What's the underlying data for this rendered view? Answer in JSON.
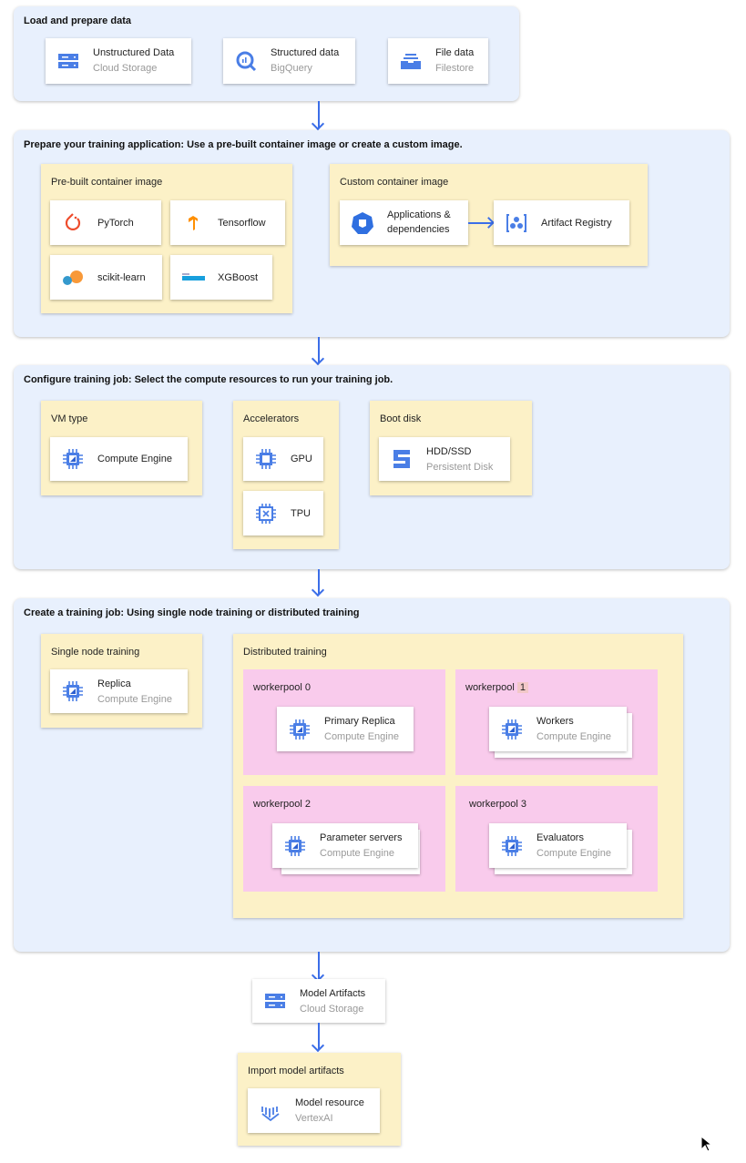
{
  "load": {
    "title": "Load and prepare data",
    "cards": [
      {
        "name": "Unstructured Data",
        "sub": "Cloud Storage"
      },
      {
        "name": "Structured data",
        "sub": "BigQuery"
      },
      {
        "name": "File data",
        "sub": "Filestore"
      }
    ]
  },
  "prepare": {
    "title": "Prepare your training application: Use a pre-built container image or create a custom image.",
    "prebuilt": {
      "label": "Pre-built container image",
      "items": [
        "PyTorch",
        "Tensorflow",
        "scikit-learn",
        "XGBoost"
      ]
    },
    "custom": {
      "label": "Custom container image",
      "app": "Applications & dependencies",
      "registry": "Artifact Registry"
    }
  },
  "configure": {
    "title": "Configure training job: Select the compute resources to run your training job.",
    "vm": {
      "label": "VM type",
      "card": "Compute Engine"
    },
    "accel": {
      "label": "Accelerators",
      "gpu": "GPU",
      "tpu": "TPU"
    },
    "boot": {
      "label": "Boot disk",
      "name": "HDD/SSD",
      "sub": "Persistent Disk"
    }
  },
  "create": {
    "title": "Create a training job: Using single node training or distributed training",
    "single": {
      "label": "Single node training",
      "name": "Replica",
      "sub": "Compute Engine"
    },
    "distributed": {
      "label": "Distributed training",
      "pools": [
        {
          "label": "workerpool 0",
          "name": "Primary Replica",
          "sub": "Compute Engine"
        },
        {
          "label": "workerpool",
          "num": "1",
          "name": "Workers",
          "sub": "Compute Engine"
        },
        {
          "label": "workerpool 2",
          "name": "Parameter servers",
          "sub": "Compute Engine"
        },
        {
          "label": "workerpool 3",
          "name": "Evaluators",
          "sub": "Compute Engine"
        }
      ]
    }
  },
  "artifacts": {
    "name": "Model Artifacts",
    "sub": "Cloud Storage"
  },
  "import": {
    "label": "Import model artifacts",
    "name": "Model resource",
    "sub": "VertexAI"
  },
  "colors": {
    "section": "#e8f0fd",
    "group": "#fcf1c7",
    "pool": "#f9cbec",
    "arrow": "#3b6ee8",
    "icon": "#4a7ee6"
  }
}
